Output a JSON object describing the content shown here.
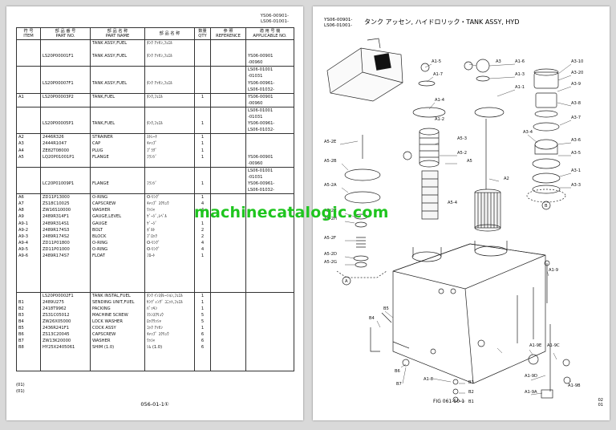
{
  "left_page": {
    "header_codes": [
      "YS06-00901-",
      "LS06-01001-"
    ],
    "columns": {
      "no": {
        "jp": "符 号",
        "en": "ITEM"
      },
      "part_no": {
        "jp": "部 品 番 号",
        "en": "PART NO."
      },
      "part_name": {
        "jp": "部 品 名 称",
        "en": "PART NAME"
      },
      "jp_name": {
        "jp": "部 品 名 称",
        "en": ""
      },
      "qty": {
        "jp": "数量",
        "en": "QTY"
      },
      "reference": {
        "jp": "参 照",
        "en": "REFERENCE"
      },
      "applicable": {
        "jp": "適 用 号 機",
        "en": "APPLICABLE NO."
      }
    },
    "rows": [
      {
        "item": "",
        "part_no": "",
        "name": "TANK ASSY,FUEL",
        "jp": "ﾀﾝｸ ｱｯｾﾝ,ﾌｪｴﾙ",
        "qty": "",
        "ref": "",
        "app": "",
        "sep": true
      },
      {
        "item": "",
        "part_no": "",
        "name": "",
        "jp": "",
        "qty": "",
        "ref": "",
        "app": "",
        "sep": false
      },
      {
        "item": "",
        "part_no": "LS20P00001F1",
        "name": "TANK ASSY,FUEL",
        "jp": "ﾀﾝｸ ｱｯｾﾝ,ﾌｪｴﾙ",
        "qty": "",
        "ref": "",
        "app": "YS06-00901",
        "sep": false
      },
      {
        "item": "",
        "part_no": "",
        "name": "",
        "jp": "",
        "qty": "",
        "ref": "",
        "app": "-00960",
        "sep": false
      },
      {
        "item": "",
        "part_no": "",
        "name": "",
        "jp": "",
        "qty": "",
        "ref": "",
        "app": "LS06-01001",
        "sep": true
      },
      {
        "item": "",
        "part_no": "",
        "name": "",
        "jp": "",
        "qty": "",
        "ref": "",
        "app": "-01031",
        "sep": false
      },
      {
        "item": "",
        "part_no": "LS20P00007F1",
        "name": "TANK ASSY,FUEL",
        "jp": "ﾀﾝｸ ｱｯｾﾝ,ﾌｪｴﾙ",
        "qty": "",
        "ref": "",
        "app": "YS06-00961-",
        "sep": false
      },
      {
        "item": "",
        "part_no": "",
        "name": "",
        "jp": "",
        "qty": "",
        "ref": "",
        "app": "LS06-01032-",
        "sep": false
      },
      {
        "item": "A1",
        "part_no": "LS20P00003P2",
        "name": "TANK,FUEL",
        "jp": "ﾀﾝｸ,ﾌｪｴﾙ",
        "qty": "1",
        "ref": "",
        "app": "YS06-00901",
        "sep": true
      },
      {
        "item": "",
        "part_no": "",
        "name": "",
        "jp": "",
        "qty": "",
        "ref": "",
        "app": "-00960",
        "sep": false
      },
      {
        "item": "",
        "part_no": "",
        "name": "",
        "jp": "",
        "qty": "",
        "ref": "",
        "app": "LS06-01001",
        "sep": true
      },
      {
        "item": "",
        "part_no": "",
        "name": "",
        "jp": "",
        "qty": "",
        "ref": "",
        "app": "-01031",
        "sep": false
      },
      {
        "item": "",
        "part_no": "LS20P00005P1",
        "name": "TANK,FUEL",
        "jp": "ﾀﾝｸ,ﾌｪｴﾙ",
        "qty": "1",
        "ref": "",
        "app": "YS06-00961-",
        "sep": false
      },
      {
        "item": "",
        "part_no": "",
        "name": "",
        "jp": "",
        "qty": "",
        "ref": "",
        "app": "LS06-01032-",
        "sep": false
      },
      {
        "item": "A2",
        "part_no": "2446R326",
        "name": "STRAINER",
        "jp": "ｽﾄﾚｰﾅ",
        "qty": "1",
        "ref": "",
        "app": "",
        "sep": true
      },
      {
        "item": "A3",
        "part_no": "2444R1047",
        "name": "CAP",
        "jp": "ｷｬｯﾌﾟ",
        "qty": "1",
        "ref": "",
        "app": "",
        "sep": false
      },
      {
        "item": "A4",
        "part_no": "ZE82T08000",
        "name": "PLUG",
        "jp": "ﾌﾟﾗｸﾞ",
        "qty": "1",
        "ref": "",
        "app": "",
        "sep": false
      },
      {
        "item": "A5",
        "part_no": "LQ20P01001P1",
        "name": "FLANGE",
        "jp": "ﾌﾗﾝｼﾞ",
        "qty": "1",
        "ref": "",
        "app": "YS06-00901",
        "sep": false
      },
      {
        "item": "",
        "part_no": "",
        "name": "",
        "jp": "",
        "qty": "",
        "ref": "",
        "app": "-00960",
        "sep": false
      },
      {
        "item": "",
        "part_no": "",
        "name": "",
        "jp": "",
        "qty": "",
        "ref": "",
        "app": "LS06-01001",
        "sep": true
      },
      {
        "item": "",
        "part_no": "",
        "name": "",
        "jp": "",
        "qty": "",
        "ref": "",
        "app": "-01031",
        "sep": false
      },
      {
        "item": "",
        "part_no": "LC20P01009P1",
        "name": "FLANGE",
        "jp": "ﾌﾗﾝｼﾞ",
        "qty": "1",
        "ref": "",
        "app": "YS06-00961-",
        "sep": false
      },
      {
        "item": "",
        "part_no": "",
        "name": "",
        "jp": "",
        "qty": "",
        "ref": "",
        "app": "LS06-01032-",
        "sep": false
      },
      {
        "item": "A6",
        "part_no": "ZD11P13000",
        "name": "O-RING",
        "jp": "O-ﾘﾝｸﾞ",
        "qty": "1",
        "ref": "",
        "app": "",
        "sep": true
      },
      {
        "item": "A7",
        "part_no": "ZS18C10025",
        "name": "CAPSCREW",
        "jp": "ｷｬｯﾌﾟ ｽｸﾘｭｳ",
        "qty": "4",
        "ref": "",
        "app": "",
        "sep": false
      },
      {
        "item": "A8",
        "part_no": "ZW16S10000",
        "name": "WASHER",
        "jp": "ﾜｯｼｬ",
        "qty": "4",
        "ref": "",
        "app": "",
        "sep": false
      },
      {
        "item": "A9",
        "part_no": "2489R314F1",
        "name": "GAUGE,LEVEL",
        "jp": "ｹﾞｰｼﾞ,ﾚﾍﾞﾙ",
        "qty": "1",
        "ref": "",
        "app": "",
        "sep": false
      },
      {
        "item": "A9-1",
        "part_no": "2489R314S1",
        "name": "GAUGE",
        "jp": "ｹﾞｰｼﾞ",
        "qty": "1",
        "ref": "",
        "app": "",
        "sep": false
      },
      {
        "item": "A9-2",
        "part_no": "2489R174S3",
        "name": "BOLT",
        "jp": "ﾎﾞﾙﾄ",
        "qty": "2",
        "ref": "",
        "app": "",
        "sep": false
      },
      {
        "item": "A9-3",
        "part_no": "2489R174S2",
        "name": "BLOCK",
        "jp": "ﾌﾞﾛｯｸ",
        "qty": "2",
        "ref": "",
        "app": "",
        "sep": false
      },
      {
        "item": "A9-4",
        "part_no": "ZD11P01800",
        "name": "O-RING",
        "jp": "O-ﾘﾝｸﾞ",
        "qty": "4",
        "ref": "",
        "app": "",
        "sep": false
      },
      {
        "item": "A9-5",
        "part_no": "ZD11P01000",
        "name": "O-RING",
        "jp": "O-ﾘﾝｸﾞ",
        "qty": "4",
        "ref": "",
        "app": "",
        "sep": false
      },
      {
        "item": "A9-6",
        "part_no": "2489R174S7",
        "name": "FLOAT",
        "jp": "ﾌﾛｰﾄ",
        "qty": "1",
        "ref": "",
        "app": "",
        "sep": false
      },
      {
        "item": "",
        "part_no": "",
        "name": "",
        "jp": "",
        "qty": "",
        "ref": "",
        "app": "",
        "sep": false
      },
      {
        "item": "",
        "part_no": "",
        "name": "",
        "jp": "",
        "qty": "",
        "ref": "",
        "app": "",
        "sep": false
      },
      {
        "item": "",
        "part_no": "",
        "name": "",
        "jp": "",
        "qty": "",
        "ref": "",
        "app": "",
        "sep": false
      },
      {
        "item": "",
        "part_no": "",
        "name": "",
        "jp": "",
        "qty": "",
        "ref": "",
        "app": "",
        "sep": false
      },
      {
        "item": "",
        "part_no": "",
        "name": "",
        "jp": "",
        "qty": "",
        "ref": "",
        "app": "",
        "sep": false
      },
      {
        "item": "",
        "part_no": "LS20P00002F1",
        "name": "TANK INSTAL,FUEL",
        "jp": "ﾀﾝｸ ｲﾝｽﾀﾚｰｼｮﾝ,ﾌｪｴﾙ",
        "qty": "1",
        "ref": "",
        "app": "",
        "sep": true
      },
      {
        "item": "B1",
        "part_no": "2489U275",
        "name": "SENDING UNIT,FUEL",
        "jp": "ｾﾝﾃﾞｨﾝｸﾞ ﾕﾆｯﾄ,ﾌｪｴﾙ",
        "qty": "1",
        "ref": "",
        "app": "",
        "sep": false
      },
      {
        "item": "B2",
        "part_no": "2418T9962",
        "name": "PACKING",
        "jp": "ﾊﾟｯｷﾝ",
        "qty": "1",
        "ref": "",
        "app": "",
        "sep": false
      },
      {
        "item": "B3",
        "part_no": "ZS31C05012",
        "name": "MACHINE SCREW",
        "jp": "ﾏｼﾝｽｸﾘｭｳ",
        "qty": "5",
        "ref": "",
        "app": "",
        "sep": false
      },
      {
        "item": "B4",
        "part_no": "ZW26X05000",
        "name": "LOCK WASHER",
        "jp": "ﾛｯｸﾜｯｼｬ",
        "qty": "5",
        "ref": "",
        "app": "",
        "sep": false
      },
      {
        "item": "B5",
        "part_no": "2436R241F1",
        "name": "COCK ASSY",
        "jp": "ｺｯｸ ｱｯｾﾝ",
        "qty": "1",
        "ref": "",
        "app": "",
        "sep": false
      },
      {
        "item": "B6",
        "part_no": "ZS13C20045",
        "name": "CAPSCREW",
        "jp": "ｷｬｯﾌﾟ ｽｸﾘｭｳ",
        "qty": "6",
        "ref": "",
        "app": "",
        "sep": false
      },
      {
        "item": "B7",
        "part_no": "ZW13K20000",
        "name": "WASHER",
        "jp": "ﾜｯｼｬ",
        "qty": "6",
        "ref": "",
        "app": "",
        "sep": false
      },
      {
        "item": "B8",
        "part_no": "HY25X2405061",
        "name": "SHIM (1.0)",
        "jp": "ｼﾑ (1.0)",
        "qty": "6",
        "ref": "",
        "app": "",
        "sep": false
      },
      {
        "item": "",
        "part_no": "",
        "name": "",
        "jp": "",
        "qty": "",
        "ref": "",
        "app": "",
        "sep": false
      },
      {
        "item": "",
        "part_no": "",
        "name": "",
        "jp": "",
        "qty": "",
        "ref": "",
        "app": "",
        "sep": false
      },
      {
        "item": "",
        "part_no": "",
        "name": "",
        "jp": "",
        "qty": "",
        "ref": "",
        "app": "",
        "sep": false
      }
    ],
    "footer_marks": [
      "(01)",
      "(01)"
    ],
    "page_number": "056-01-1①"
  },
  "right_page": {
    "header_codes": [
      "YS06-00901-",
      "LS06-01001-"
    ],
    "title": "タンク アッセン, ハイドロリック・TANK ASSY, HYD",
    "callouts": [
      "A1-5",
      "A1-7",
      "A1-4",
      "A1-2",
      "A1-6",
      "A1-3",
      "A1-1",
      "A3",
      "A3-10",
      "A3-20",
      "A3-9",
      "A3-8",
      "A3-7",
      "A3-4",
      "A3-6",
      "A3-5",
      "A3-1",
      "A3-3",
      "A5-2E",
      "A5-2B",
      "A5-2A",
      "A5-3",
      "A5-2",
      "A5",
      "A5-4",
      "A2",
      "A5-2C",
      "A5-2H",
      "A5-2F",
      "A5-2D",
      "A5-2G",
      "A1-9",
      "B5",
      "B4",
      "B6",
      "B7",
      "A1-8",
      "B3",
      "B2",
      "B1",
      "A1-9E",
      "A1-9C",
      "A1-9D",
      "A1-9B",
      "A1-9A",
      "A",
      "B"
    ],
    "figure_ref": "FIG 061-50-1",
    "corner_note": [
      "02",
      "01"
    ]
  },
  "watermark": "machinecatalogic.com"
}
